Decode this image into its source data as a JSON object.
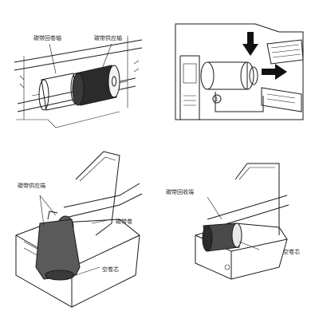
{
  "panel_top_left": {
    "label_take_up_shaft": "碳带回卷轴",
    "label_supply_shaft": "碳带供应轴"
  },
  "panel_bottom_left": {
    "label_supply_end": "碳带供应端",
    "label_ribbon_roll": "碳带卷",
    "label_empty_core": "空卷芯"
  },
  "panel_bottom_right": {
    "label_rewind_end": "碳带回收端",
    "label_empty_core": "空卷芯"
  },
  "colors": {
    "line": "#1a1a1a",
    "ribbon": "#5a5a5a",
    "ribbon_dark": "#2b2b2b"
  },
  "icons": [
    "arrow-down-icon",
    "arrow-right-icon",
    "callout-number-1"
  ]
}
